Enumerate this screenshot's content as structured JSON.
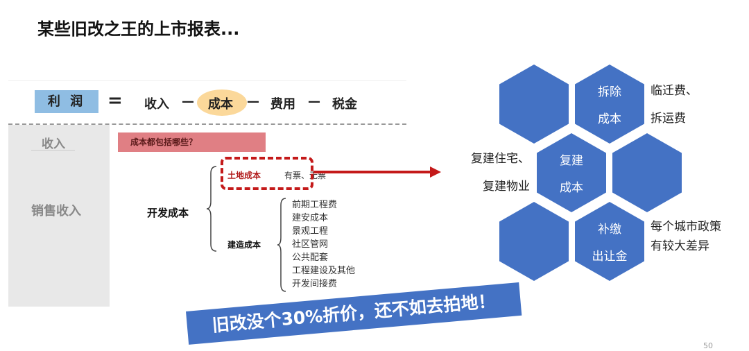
{
  "title": "某些旧改之王的上市报表...",
  "formula": {
    "profit": "利 润",
    "eq": "=",
    "income": "收入",
    "minus": "—",
    "cost": "成本",
    "expense": "费用",
    "tax": "税金"
  },
  "left_col": {
    "header": "收入",
    "item": "销售收入"
  },
  "question": "成本都包括哪些？",
  "dev_cost": "开发成本",
  "land_cost": "土地成本",
  "land_note": "有票、无票",
  "build_cost": "建造成本",
  "build_items": [
    "前期工程费",
    "建安成本",
    "景观工程",
    "社区管网",
    "公共配套",
    "工程建设及其他",
    "开发间接费"
  ],
  "hexes": [
    {
      "line1": "拆除",
      "line2": "成本",
      "note1": "临迁费、",
      "note2": "拆运费"
    },
    {
      "line1": "复建",
      "line2": "成本",
      "note1": "复建住宅、",
      "note2": "复建物业"
    },
    {
      "line1": "补缴",
      "line2": "出让金",
      "note1": "每个城市政策",
      "note2": "有较大差异"
    }
  ],
  "banner": "旧改没个30%折价，还不如去拍地！",
  "page_number": "50",
  "colors": {
    "hex_blue": "#4472c4",
    "accent_red": "#c41a1a",
    "profit_blue": "#8fbde3",
    "cost_yellow": "#fbd89a"
  }
}
